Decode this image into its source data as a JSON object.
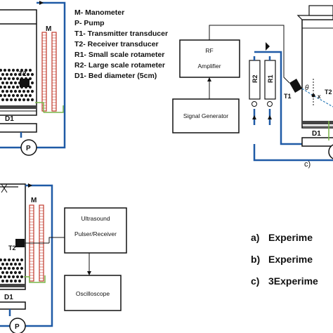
{
  "legend": {
    "items": [
      "M- Manometer",
      "P- Pump",
      "T1- Transmitter transducer",
      "T2- Receiver transducer",
      "R1- Small scale rotameter",
      "R2- Large scale rotameter",
      "D1- Bed diameter (5cm)"
    ]
  },
  "setup_a": {
    "manometer": "M",
    "transducer": "T2",
    "bed": "D1",
    "pump": "P"
  },
  "setup_b": {
    "manometer": "M",
    "transducer": "T2",
    "bed": "D1",
    "pump": "P",
    "pulser_line1": "Ultrasound",
    "pulser_line2": "Pulser/Receiver",
    "oscilloscope": "Oscilloscope"
  },
  "setup_c": {
    "rf_line1": "RF",
    "rf_line2": "Amplifier",
    "signal_generator": "Signal Generator",
    "r2": "R2",
    "r1": "R1",
    "t1": "T1",
    "t2": "T2",
    "theta": "θ",
    "x": "x",
    "bed": "D1",
    "caption": "c)"
  },
  "captions": {
    "a_label": "a)",
    "a_text": "Experime",
    "b_label": "b)",
    "b_text": "Experime",
    "c_label": "c)",
    "c_text": "3Experime"
  },
  "colors": {
    "pipe": "#1f5aa6",
    "manometer": "#c0392b",
    "green_line": "#7ab648",
    "ink": "#111111"
  }
}
